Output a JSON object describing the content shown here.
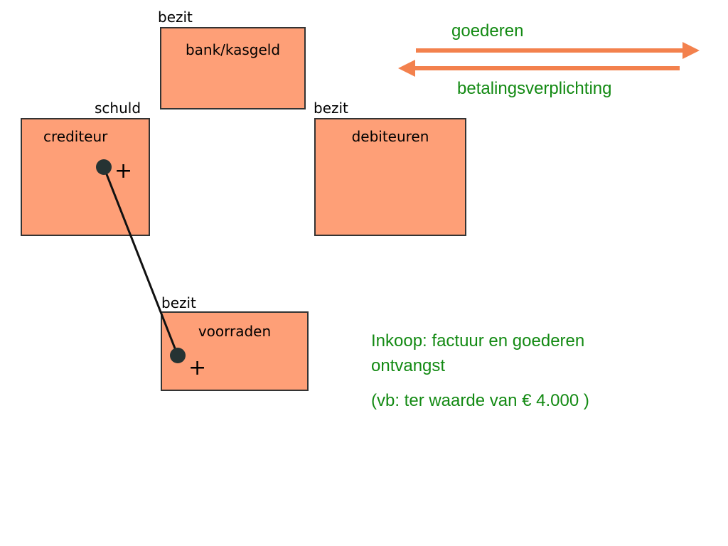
{
  "colors": {
    "box_fill": "#FE9F77",
    "box_border": "#333333",
    "arrow": "#F3814D",
    "text_green": "#138A13",
    "connector": "#111111",
    "dot": "#263333"
  },
  "accounts": {
    "bank": {
      "category": "bezit",
      "title": "bank/kasgeld"
    },
    "crediteur": {
      "category": "schuld",
      "title": "crediteur",
      "sign": "+"
    },
    "debiteuren": {
      "category": "bezit",
      "title": "debiteuren"
    },
    "voorraden": {
      "category": "bezit",
      "title": "voorraden",
      "sign": "+"
    }
  },
  "legend": {
    "goods_label": "goederen",
    "payment_label": "betalingsverplichting"
  },
  "description": {
    "line1": "Inkoop: factuur en goederen",
    "line2": "ontvangst",
    "line3": "(vb: ter waarde van € 4.000 )"
  }
}
